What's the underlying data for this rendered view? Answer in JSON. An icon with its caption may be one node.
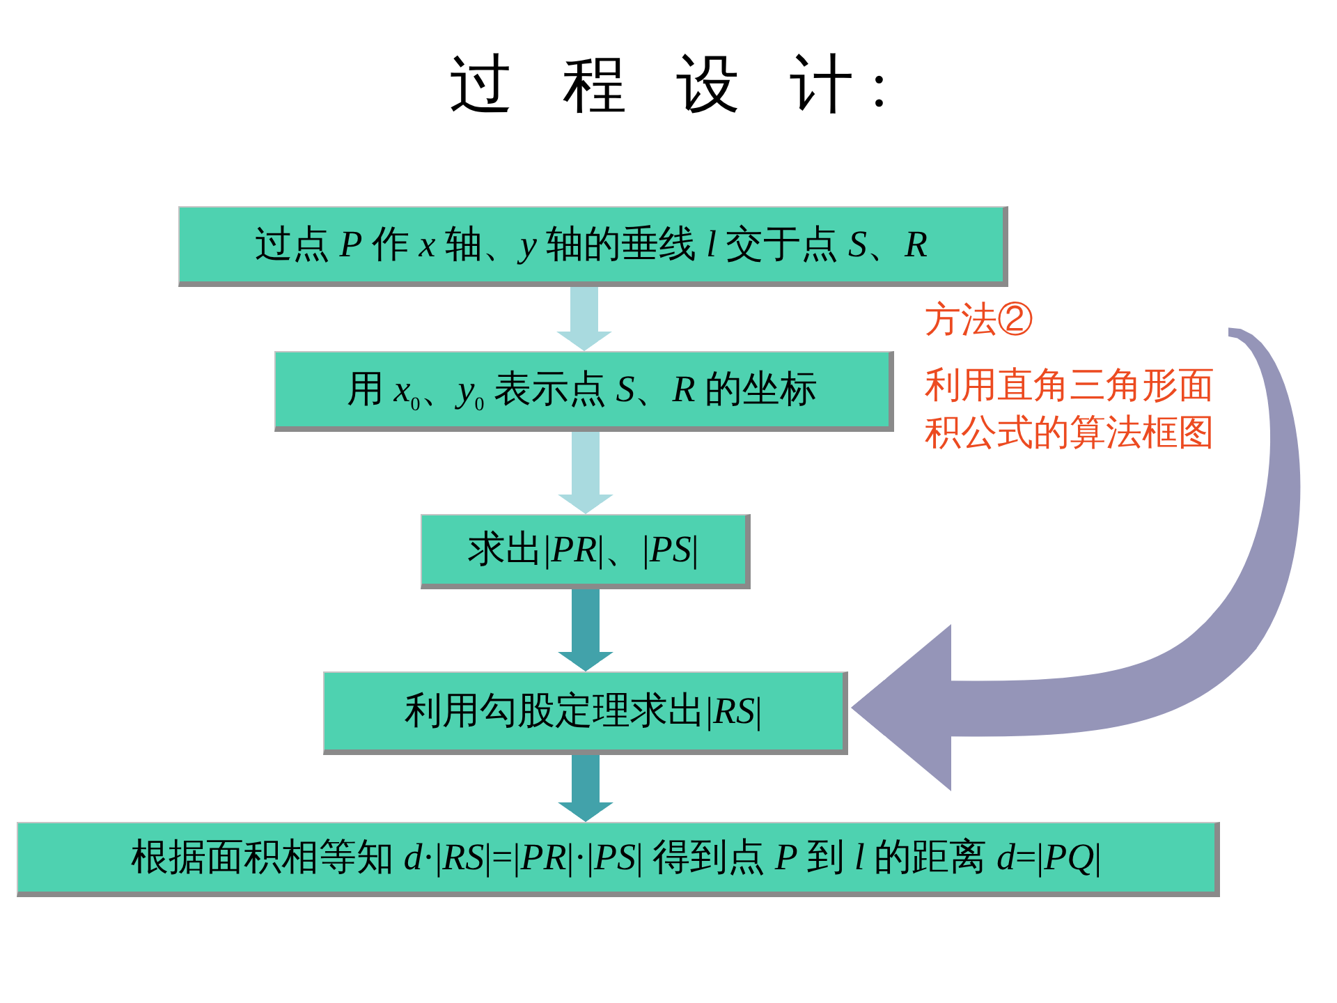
{
  "diagram": {
    "title": "过 程 设 计:",
    "nodes": [
      {
        "text": [
          "过点 *P* 作 *x* 轴、*y* 轴的垂线 *l* 交于点 *S*、*R*"
        ]
      },
      {
        "text": [
          "用 *x*$_{0}$、*y*$_{0}$ 表示点 *S*、*R* 的坐标"
        ]
      },
      {
        "text": [
          "求出|*PR*|、|*PS*|"
        ]
      },
      {
        "text": [
          "利用勾股定理求出|*RS*|"
        ]
      },
      {
        "text": [
          "根据面积相等知 *d*·|*RS*|=|*PR*|·|*PS*| 得到点 *P* 到 *l* 的距离 *d*=|*PQ*|"
        ]
      },
      {
        "text": [
          "方法②",
          "利用直角三角形面积公式的算法框图"
        ]
      }
    ],
    "edges": [
      {
        "from": 0,
        "to": 1,
        "arrow": "to",
        "color": "#a9dadf"
      },
      {
        "from": 1,
        "to": 2,
        "arrow": "to",
        "color": "#a9dadf"
      },
      {
        "from": 2,
        "to": 3,
        "arrow": "to",
        "color": "#42a2aa"
      },
      {
        "from": 3,
        "to": 4,
        "arrow": "to",
        "color": "#42a2aa"
      },
      {
        "from": 5,
        "to": 3,
        "arrow": "to",
        "style": "thick",
        "color": "#9595b8"
      }
    ]
  }
}
